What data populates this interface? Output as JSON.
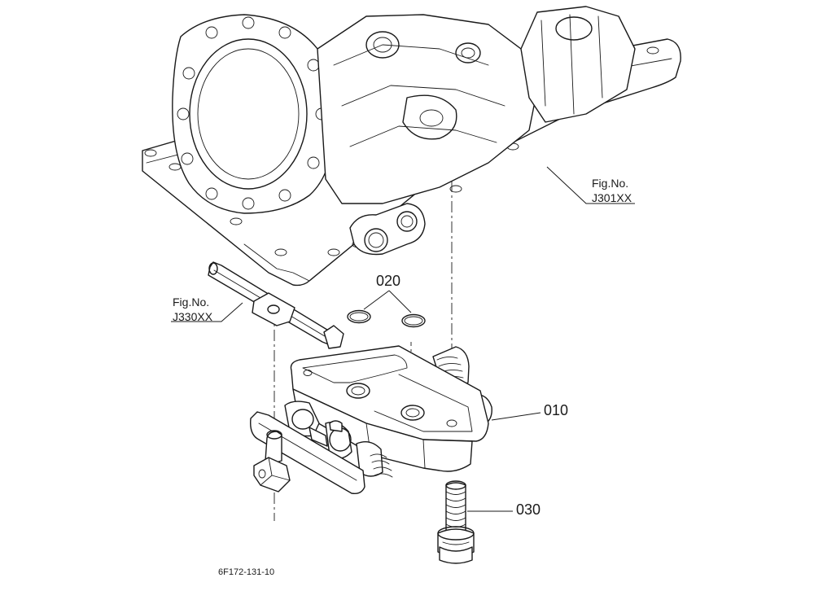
{
  "callouts": {
    "fig_upper_line1": "Fig.No.",
    "fig_upper_line2": "J301XX",
    "fig_left_line1": "Fig.No.",
    "fig_left_line2": "J330XX",
    "part_020": "020",
    "part_010": "010",
    "part_030": "030"
  },
  "diagram_code": "6F172-131-10",
  "colors": {
    "ink": "#1a1a1a",
    "paper": "#ffffff"
  }
}
